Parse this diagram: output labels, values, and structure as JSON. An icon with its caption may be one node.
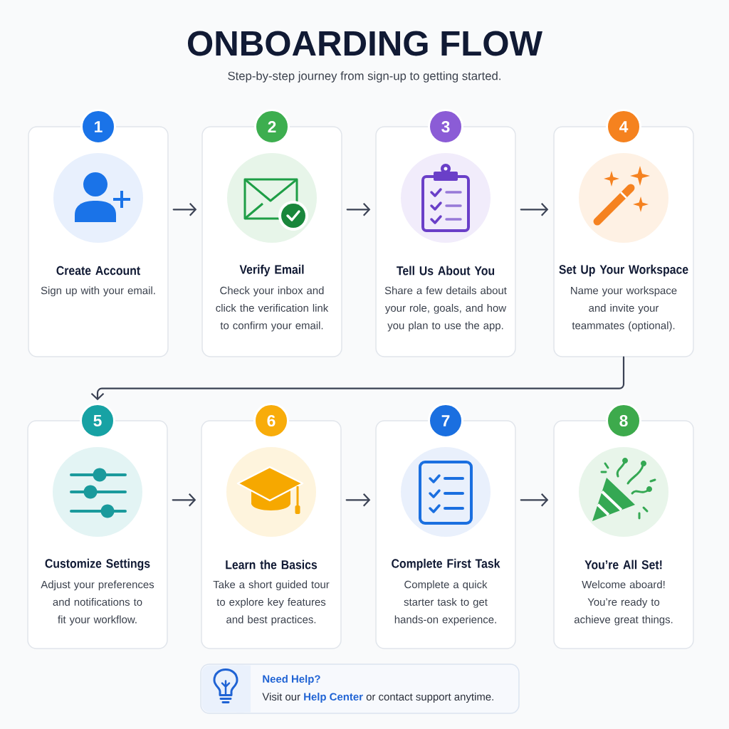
{
  "diagram": {
    "title": "ONBOARDING FLOW",
    "nodes": [
      {
        "text": [
          "1",
          "Create Account",
          "Sign up with your email."
        ]
      },
      {
        "text": [
          "2",
          "Verify Email",
          "Check your inbox and click the verification link to confirm your email."
        ]
      },
      {
        "text": [
          "3",
          "Tell Us About You",
          "Share a few details about your role, goals, and how you plan to use the app."
        ]
      },
      {
        "text": [
          "4",
          "Set Up Your Workspace",
          "Name your workspace and invite your teammates (optional)."
        ]
      },
      {
        "text": [
          "5",
          "Customize Settings",
          "Adjust your preferences and notifications to fit your workflow."
        ]
      },
      {
        "text": [
          "6",
          "Learn the Basics",
          "Take a short guided tour to explore key features and best practices."
        ]
      },
      {
        "text": [
          "7",
          "Complete First Task",
          "Complete a quick starter task to get hands-on experience."
        ]
      },
      {
        "text": [
          "8",
          "You’re All Set!",
          "Welcome aboard! You’re ready to achieve great things."
        ]
      },
      {
        "text": [
          "Need Help?",
          "Visit our **Help Center** or contact support anytime."
        ]
      }
    ],
    "edges": [
      {
        "from": 0,
        "to": 1,
        "arrow": "to"
      },
      {
        "from": 1,
        "to": 2,
        "arrow": "to"
      },
      {
        "from": 2,
        "to": 3,
        "arrow": "to"
      },
      {
        "from": 3,
        "to": 4,
        "arrow": "to"
      },
      {
        "from": 4,
        "to": 5,
        "arrow": "to"
      },
      {
        "from": 5,
        "to": 6,
        "arrow": "to"
      },
      {
        "from": 6,
        "to": 7,
        "arrow": "to"
      }
    ],
    "labels": [
      "Step-by-step journey from sign-up to getting started."
    ]
  }
}
